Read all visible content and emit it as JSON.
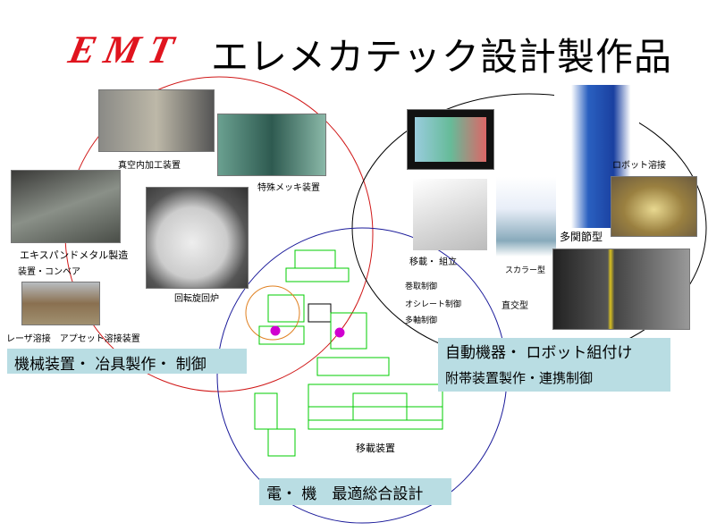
{
  "header": {
    "logo": "EMT",
    "title": "エレメカテック設計製作品"
  },
  "left_group": {
    "items": [
      {
        "label": "真空内加工装置"
      },
      {
        "label": "特殊メッキ装置"
      },
      {
        "label": "エキスパンドメタル製造"
      },
      {
        "label": "装置・コンベア"
      },
      {
        "label": "回転旋回炉"
      },
      {
        "label": "レーザ溶接　アプセット溶接装置"
      }
    ],
    "caption": "機械装置・ 冶具製作・ 制御"
  },
  "right_group": {
    "items": [
      {
        "label": "ロボット溶接"
      },
      {
        "label": "多関節型"
      },
      {
        "label": "移載・ 組立"
      },
      {
        "label": "スカラー型"
      },
      {
        "label": "直交型"
      },
      {
        "label": "巻取制御"
      },
      {
        "label": "オシレート制御"
      },
      {
        "label": "多軸制御"
      }
    ],
    "caption_line1": "自動機器・ ロボット組付け",
    "caption_line2": "附帯装置製作・連携制御"
  },
  "center_group": {
    "drawing_label": "移載装置",
    "caption": "電・ 機　最適総合設計"
  },
  "colors": {
    "red_circle": "#d01818",
    "black_circle": "#000000",
    "blue_circle": "#1a1a9a",
    "caption_bg": "#b9dde3",
    "cad": "#00dd00"
  }
}
